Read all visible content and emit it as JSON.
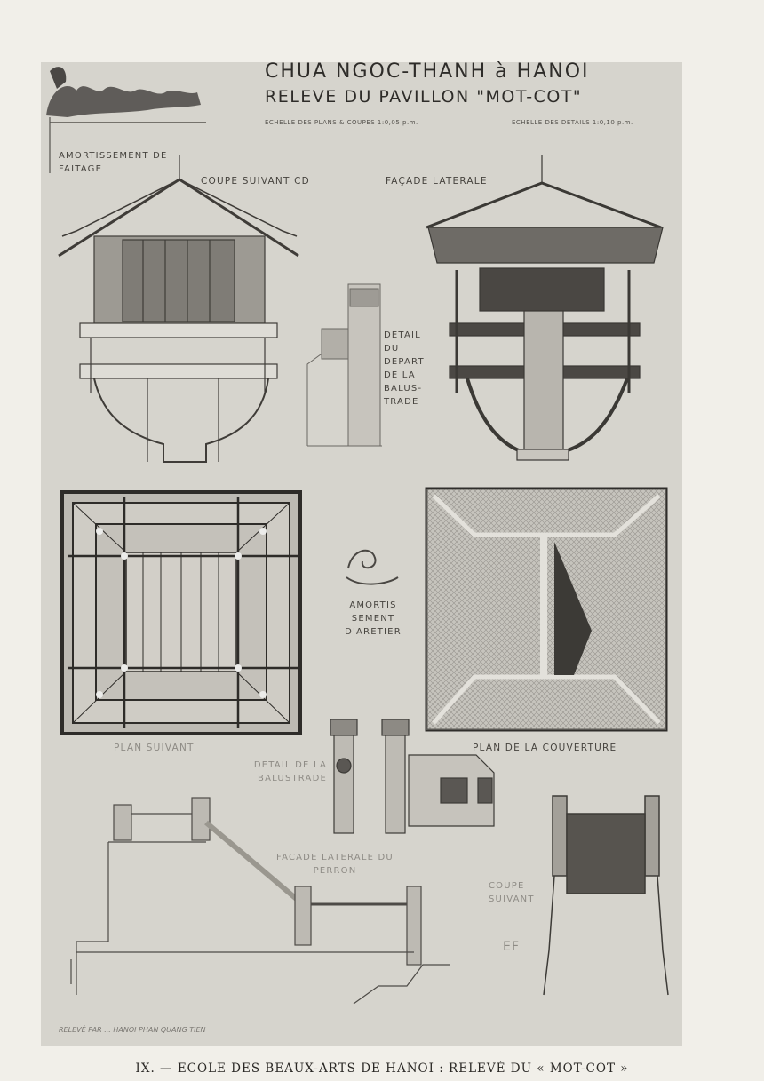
{
  "plate": {
    "title_line1": "CHUA NGOC-THANH à HANOI",
    "title_line2": "RELEVE DU PAVILLON  \"MOT-COT\"",
    "scale_left": "ECHELLE DES PLANS & COUPES 1:0,05 p.m.",
    "scale_right": "ECHELLE DES DETAILS 1:0,10 p.m.",
    "labels": {
      "amortissement_faitage": "AMORTISSEMENT DE FAITAGE",
      "coupe_cd": "COUPE SUIVANT CD",
      "facade_laterale": "FAÇADE LATERALE",
      "detail_balustrade_depart": "DETAIL DU DEPART DE LA BALUS-TRADE",
      "amortissement_aretier": "AMORTIS SEMENT D'ARETIER",
      "plan_suivant": "PLAN SUIVANT",
      "plan_couverture": "PLAN DE LA COUVERTURE",
      "detail_balustrade": "DETAIL DE LA BALUSTRADE",
      "facade_perron": "FACADE LATERALE DU PERRON",
      "coupe_ef": "COUPE SUIVANT",
      "ef": "EF",
      "signature": "RELEVÉ PAR ... HANOI PHAN QUANG TIEN"
    }
  },
  "caption": "IX. — ECOLE DES BEAUX-ARTS DE HANOI : RELEVÉ DU « MOT-COT »"
}
